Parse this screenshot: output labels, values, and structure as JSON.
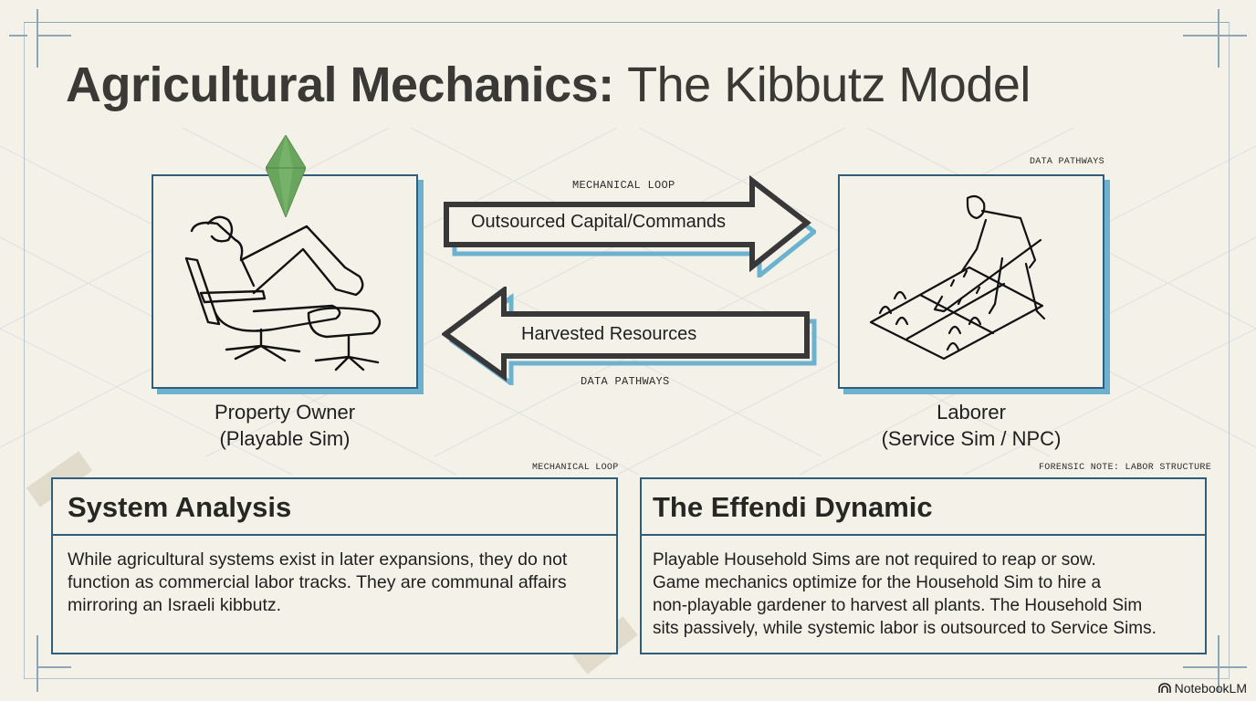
{
  "title": {
    "bold": "Agricultural Mechanics:",
    "regular": "The Kibbutz Model"
  },
  "diagram": {
    "owner": {
      "icon": "plumbob-icon",
      "illustration": "reclining-man-lounge-chair",
      "caption_line1": "Property Owner",
      "caption_line2": "(Playable Sim)"
    },
    "laborer": {
      "tag": "DATA PATHWAYS",
      "illustration": "gardener-with-hoe",
      "caption_line1": "Laborer",
      "caption_line2": "(Service Sim / NPC)"
    },
    "arrow_right": {
      "tag": "MECHANICAL LOOP",
      "label": "Outsourced Capital/Commands"
    },
    "arrow_left": {
      "tag": "DATA PATHWAYS",
      "label": "Harvested Resources"
    }
  },
  "cards": [
    {
      "tag": "MECHANICAL LOOP",
      "heading": "System Analysis",
      "body": "While agricultural systems exist in later expansions, they do not function as commercial labor tracks. They are communal affairs mirroring an Israeli kibbutz."
    },
    {
      "tag": "FORENSIC NOTE: LABOR STRUCTURE",
      "heading": "The Effendi Dynamic",
      "body_lines": [
        "Playable Household Sims are not required to reap or sow.",
        "Game mechanics optimize for the Household Sim to hire a",
        "non-playable gardener to harvest all plants. The Household Sim",
        "sits passively, while systemic labor is outsourced to Service Sims."
      ]
    }
  ],
  "branding": {
    "label": "NotebookLM",
    "icon": "notebooklm-logo-icon"
  },
  "colors": {
    "background": "#f4f1e8",
    "frame_blue": "#2f5d7c",
    "shadow_cyan": "#6cb2cf",
    "plumbob_green": "#6aa55e",
    "ink": "#2b2b2b"
  }
}
